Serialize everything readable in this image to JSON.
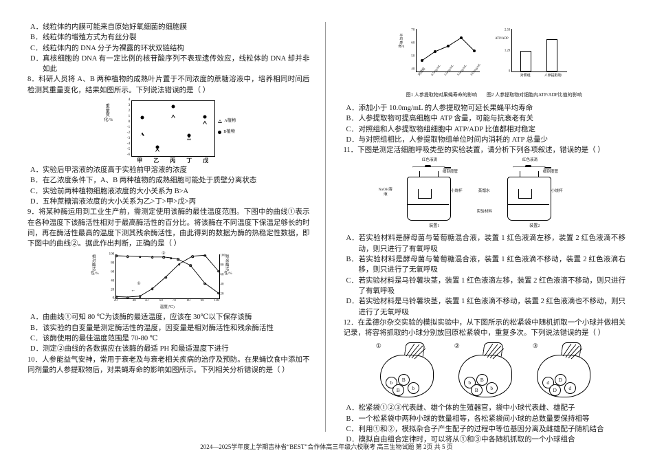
{
  "footer": "2024—2025学年度上学期吉林省“BEST”合作体高三年级六校联考  高三生物试题     第 2页 共 5 页",
  "left_column": {
    "q7_options": [
      {
        "label": "A．",
        "text": "线粒体的内膜可能来自原始好氧细菌的细胞膜"
      },
      {
        "label": "B．",
        "text": "线粒体的增殖方式为有丝分裂"
      },
      {
        "label": "C．",
        "text": "线粒体内的 DNA 分子为裸露的环状双链结构"
      },
      {
        "label": "D．",
        "text": "真核细胞的 DNA 有一定比例的核苷酸序列不表现遗传效应，线粒体的 DNA 却并非如此"
      }
    ],
    "q8": {
      "number": "8．",
      "stem": "科研人员将 A、B 两种植物的成熟叶片置于不同浓度的蔗糖溶液中，培养相同时间后检测其重量变化，结果如图所示。下列说法错误的是（    ）",
      "options": [
        {
          "label": "A．",
          "text": "实验后甲溶液的浓度高于实验前甲溶液的浓度"
        },
        {
          "label": "B．",
          "text": "在乙浓度条件下，A、B 两种植物的成熟细胞可能处于质壁分离状态"
        },
        {
          "label": "C．",
          "text": "实验前两种植物细胞液浓度的大小关系为 B>A"
        },
        {
          "label": "D．",
          "text": "五种蔗糖溶液浓度的大小关系为乙>丁>甲>戊>丙"
        }
      ]
    },
    "q9": {
      "number": "9．",
      "stem": "将某种酶运用到工业生产前，需测定使用该酶的最佳温度范围。下图中的曲线①表示在各种温度下该酶活性相对于最高酶活性的百分比。将该酶在不同温度下保温足够长的时间，再在酶活性最高的温度下测其残余酶活性，由此得到的数据为酶的热稳定性数据，即下图中的曲线②。据此作出判断，正确的是（    ）",
      "options": [
        {
          "label": "A．",
          "text": "由曲线①可知 80 ℃为该酶的最适温度，应该在 30℃以下保存该酶"
        },
        {
          "label": "B．",
          "text": "该实验的自变量是测定酶活性的温度，因变量是相对酶活性和残余酶活性"
        },
        {
          "label": "C．",
          "text": "该酶使用的最佳温度范围是 70-80 ℃"
        },
        {
          "label": "D．",
          "text": "测定②曲线的各数据应在该酶的最适 PH 和最适温度下进行"
        }
      ]
    },
    "q10_stem": {
      "number": "10．",
      "text": "人参能益气安神，常用于衰老及与衰老相关疾病的治疗及预防。在果蝇饮食中添加不同剂量的人参提取物后，对果蝇寿命的影响如图所示。下列相关分析错误的是（    ）"
    }
  },
  "right_column": {
    "q10_options": [
      {
        "label": "A．",
        "text": "添加小于 10.0mg/mL 的人参提取物可延长果蝇平均寿命"
      },
      {
        "label": "B．",
        "text": "人参提取物可提高细胞中 ATP 含量，可能与抗衰老有关"
      },
      {
        "label": "C．",
        "text": "对照组和人参提取物组细胞中 ATP/ADP 比值都相对稳定"
      },
      {
        "label": "D．",
        "text": "与对照组相比，人参提取物组单位时间内消耗的 ATP 总量少"
      }
    ],
    "q11": {
      "number": "11．",
      "stem": "下图是测定活细胞呼吸类型的实验装置，请分析下列各项叙述，错误的是（    ）",
      "options": [
        {
          "label": "A．",
          "text": "若实验材料是酵母菌与葡萄糖混合液，装置 1 红色液滴左移，装置 2 红色液滴不移动，则只进行了有氧呼吸"
        },
        {
          "label": "B．",
          "text": "若实验材料是酵母菌与葡萄糖混合液，装置 1 红色液滴不移动，装置 2 红色液滴右移，则只进行了无氧呼吸"
        },
        {
          "label": "C．",
          "text": "若实验材料是马铃薯块茎，装置 1 红色液滴左移，装置 2 红色液滴不移动，则只进行了有氧呼吸"
        },
        {
          "label": "D．",
          "text": "若实验材料是马铃薯块茎，装置 1 红色液滴不移动，装置 2 红色液滴也不移动，则只进行了无氧呼吸"
        }
      ]
    },
    "q12": {
      "number": "12．",
      "stem": "在孟德尔杂交实验的模拟实验中，从下图所示的松紧袋中随机抓取一个小球并做相关记录，将容将抓取的小球分别放回原松紧袋中，重复多次。下列说法错误的是（    ）",
      "options": [
        {
          "label": "A．",
          "text": "松紧袋①②③代表雌、雄个体的生殖器官，袋中小球代表雌、雄配子"
        },
        {
          "label": "B．",
          "text": "一个松紧袋中两种小球的数量相等，各松紧袋间小球的总数量要保持相等"
        },
        {
          "label": "C．",
          "text": "利用①和②，模拟杂合子产生配子的过程中等位基因分离及雌雄配子随机结合"
        },
        {
          "label": "D．",
          "text": "模拟自由组合定律时，可以将从①和③中各随机抓取的一个小球组合"
        }
      ]
    }
  },
  "figures": {
    "q8_scatter": {
      "type": "scatter",
      "ylabel": "重量变化/%",
      "categories": [
        "甲",
        "乙",
        "丙",
        "丁",
        "戊"
      ],
      "yticks": [
        "4",
        "3",
        "2",
        "1",
        "0",
        "-1",
        "-2",
        "-3",
        "-4",
        "-5",
        "-6"
      ],
      "ylim": [
        -6,
        4
      ],
      "legend": [
        {
          "marker": "triangle",
          "label": "A植物"
        },
        {
          "marker": "dot",
          "label": "B植物"
        }
      ],
      "series": [
        {
          "name": "A植物",
          "marker": "triangle",
          "values": [
            -2.0,
            -4.9,
            1.2,
            -2.7,
            0.1
          ]
        },
        {
          "name": "B植物",
          "marker": "dot",
          "values": [
            0.2,
            -4.3,
            3.0,
            -2.2,
            1.1
          ]
        }
      ]
    },
    "q9_enzyme": {
      "type": "line",
      "xlabel": "温度(℃)",
      "ylabel_left": "相对酶活性/%",
      "ylabel_right": "残余酶活性/%",
      "xticks": [
        "20",
        "40",
        "50",
        "60",
        "70",
        "80",
        "90",
        "100"
      ],
      "yticks_left": [
        "0",
        "20",
        "40",
        "60",
        "80",
        "100"
      ],
      "yticks_right": [
        "20",
        "40",
        "60",
        "80",
        "100"
      ],
      "series": [
        {
          "name": "②",
          "label": "②",
          "x": [
            20,
            30,
            40,
            50,
            60,
            65,
            70,
            80,
            90,
            100
          ],
          "y": [
            100,
            99,
            98,
            97,
            97,
            96,
            94,
            88,
            40,
            12
          ]
        },
        {
          "name": "①",
          "label": "①",
          "x": [
            20,
            30,
            40,
            50,
            60,
            70,
            80,
            90,
            100
          ],
          "y": [
            4,
            3,
            5,
            22,
            48,
            78,
            97,
            100,
            62
          ]
        }
      ],
      "annotations": [
        "①",
        "②"
      ]
    },
    "q10_line": {
      "type": "line",
      "caption": "图1 人参提取物对果蝇寿命的影响",
      "ylabel": "平均寿命/d",
      "yticks": [
        "70",
        "60",
        "50",
        "40"
      ],
      "xticks": [
        "对照组",
        "0.5mg/mL",
        "1.0mg/mL",
        "5.0mg/mL",
        "10.0mg/mL"
      ],
      "values": [
        44,
        52,
        57,
        64,
        52
      ]
    },
    "q10_bar": {
      "type": "bar",
      "caption": "图2 人参提取物对细胞内ATP/ADP比值的影响",
      "ylabel": "ATP/ADP",
      "yticks": [
        "0",
        "1.20",
        "2.50"
      ],
      "categories": [
        "对照组",
        "人参提取物"
      ],
      "values": [
        1.2,
        1.95
      ]
    },
    "q11_apparatus": {
      "type": "diagram",
      "device1": {
        "caption": "装置1",
        "drop": "红色液滴",
        "tube": "细刻度管",
        "cup": "小烧杯",
        "reagent": "NaOH溶液",
        "material": "实验材料"
      },
      "device2": {
        "caption": "装置2",
        "drop": "红色液滴",
        "tube": "细刻度管",
        "cup": "小烧杯",
        "reagent": "蒸馏水",
        "material": "实验材料"
      }
    },
    "q12_bags": {
      "type": "diagram",
      "bags": [
        {
          "number": "①",
          "balls": [
            "b",
            "B",
            "B",
            "b"
          ]
        },
        {
          "number": "②",
          "balls": [
            "b",
            "B",
            "B",
            "b"
          ]
        },
        {
          "number": "③",
          "balls": [
            "d",
            "D",
            "D",
            "d"
          ]
        }
      ]
    }
  }
}
